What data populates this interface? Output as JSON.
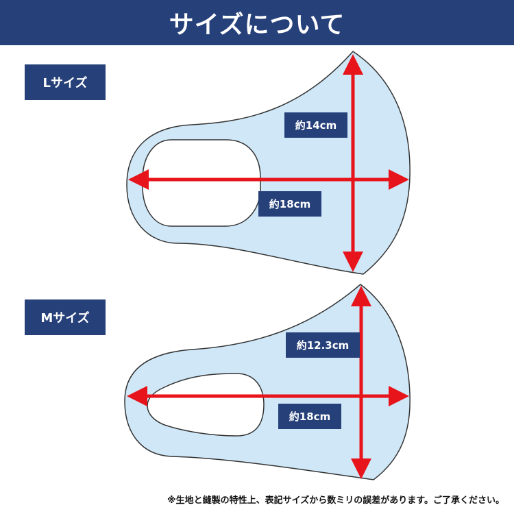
{
  "header": {
    "title": "サイズについて"
  },
  "colors": {
    "navy": "#26407a",
    "mask_fill": "#cfe7f7",
    "arrow": "#e8141b",
    "outline": "#333333"
  },
  "sizes": [
    {
      "badge": "Lサイズ",
      "height_label": "約14cm",
      "width_label": "約18cm"
    },
    {
      "badge": "Mサイズ",
      "height_label": "約12.3cm",
      "width_label": "約18cm"
    }
  ],
  "footnote": "※生地と縫製の特性上、表記サイズから数ミリの誤差があります。ご了承ください。"
}
